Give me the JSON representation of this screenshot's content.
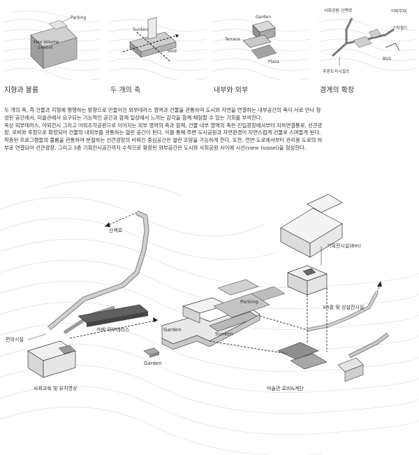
{
  "panels": [
    {
      "caption": "지형과 볼륨",
      "labels": {
        "parking": "Parking",
        "volume": "Max Volume",
        "area": "5400㎡"
      }
    },
    {
      "caption": "두 개의 축",
      "labels": {
        "sunken": "Sunken",
        "void": "Void"
      }
    },
    {
      "caption": "내부와 외부",
      "labels": {
        "garden": "Garden",
        "terrace": "Terrace",
        "plaza": "Plaza"
      }
    },
    {
      "caption": "경계의 확장",
      "labels": {
        "trail": "사회공원 산책로",
        "amp": "야외무대",
        "street": "스타필드",
        "bus": "BUS",
        "hall": "푸른도서시설소"
      }
    }
  ],
  "paragraph": [
    "두 개의 축, 즉 건물과 지형에 평행하는 방향으로 만들어진 외부테라스 영역과 건물을 관통하여 도시와 자연을 연결하는 내부공간의 축이 서로 만나 형",
    "성된 공간에서, 미술관에서 요구되는 기능적인 공간과 함께 일상에서 느끼는 감각을 함께 체험할 수 있는 기회를 부여한다.",
    "옥상 외부테라스, 야외전시 그리고 야외조각공원으로 이어지는 외부 영역의 축과 함께, 건물 내부 영역의 축은 진입광장에서부터 지하연결통로, 선큰광",
    "장, 로비와 후정으로 확장되어 건물의 내외부를 관통하는 열린 공간이 된다. 이를 통해 주변 도시공원과 자연환경이 자연스럽게 건물로 스며들게 된다.",
    "적층된 프로그램들의 볼륨을 관통하여 분절하는 선큰광장의 비워진 중심공간은 열린 조망을 가능하게 한다. 또한, 전면 도로에서부터 관리용 도로의 하",
    "부로 연결되어 선큰광장, 그리고 3층 기획전시공간까지 수직으로 확장된 외부공간은 도시와 사회공원 사이에 시선(view tunnel)을 형성한다."
  ],
  "diagram_labels": {
    "trail": "산책로",
    "cafe": "카페 외부테라스",
    "store": "편의시설",
    "education": "사회교육 및 유치영상",
    "garden1": "Garden",
    "garden2": "Garden",
    "parking": "Parking",
    "sunken": "Sunken",
    "exhibition": "기획전시실(8m)",
    "xr": "XR홀 및 상설전시실",
    "lobby": "미술관 로비&계단"
  }
}
